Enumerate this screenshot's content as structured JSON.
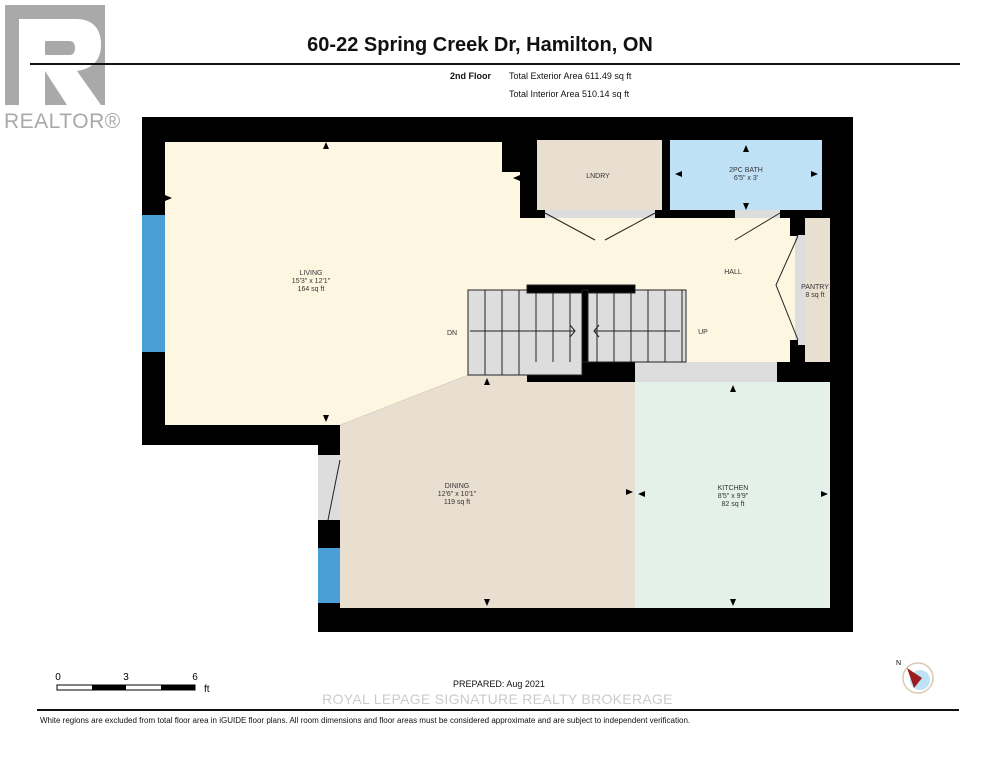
{
  "logo": {
    "text": "REALTOR®"
  },
  "header": {
    "title": "60-22 Spring Creek Dr, Hamilton, ON",
    "floor": "2nd Floor",
    "exterior_area": "Total Exterior Area 611.49 sq ft",
    "interior_area": "Total Interior Area 510.14 sq ft"
  },
  "rooms": {
    "living": {
      "name": "LIVING",
      "dims": "15'3\" x 12'1\"",
      "area": "164 sq ft"
    },
    "lndry": {
      "name": "LNDRY"
    },
    "bath": {
      "name": "2PC BATH",
      "dims": "6'5\" x 3'"
    },
    "hall": {
      "name": "HALL"
    },
    "pantry": {
      "name": "PANTRY",
      "area": "8 sq ft"
    },
    "dining": {
      "name": "DINING",
      "dims": "12'6\" x 10'1\"",
      "area": "119 sq ft"
    },
    "kitchen": {
      "name": "KITCHEN",
      "dims": "8'5\" x 9'9\"",
      "area": "82 sq ft"
    },
    "stairs_down": "DN",
    "stairs_up": "UP"
  },
  "colors": {
    "living": "#fdf7e2",
    "dining": "#e9dfd0",
    "kitchen": "#e4f1ea",
    "bath": "#bfe1f6",
    "window": "#4a9fd8",
    "wall": "#000000"
  },
  "footer": {
    "scale_labels": [
      "0",
      "3",
      "6"
    ],
    "scale_unit": "ft",
    "prepared": "PREPARED: Aug 2021",
    "compass_label": "N",
    "watermark": "ROYAL LEPAGE SIGNATURE REALTY BROKERAGE",
    "disclaimer": "White regions are excluded from total floor area in iGUIDE floor plans. All room dimensions and floor areas must be considered approximate and are subject to independent verification."
  }
}
